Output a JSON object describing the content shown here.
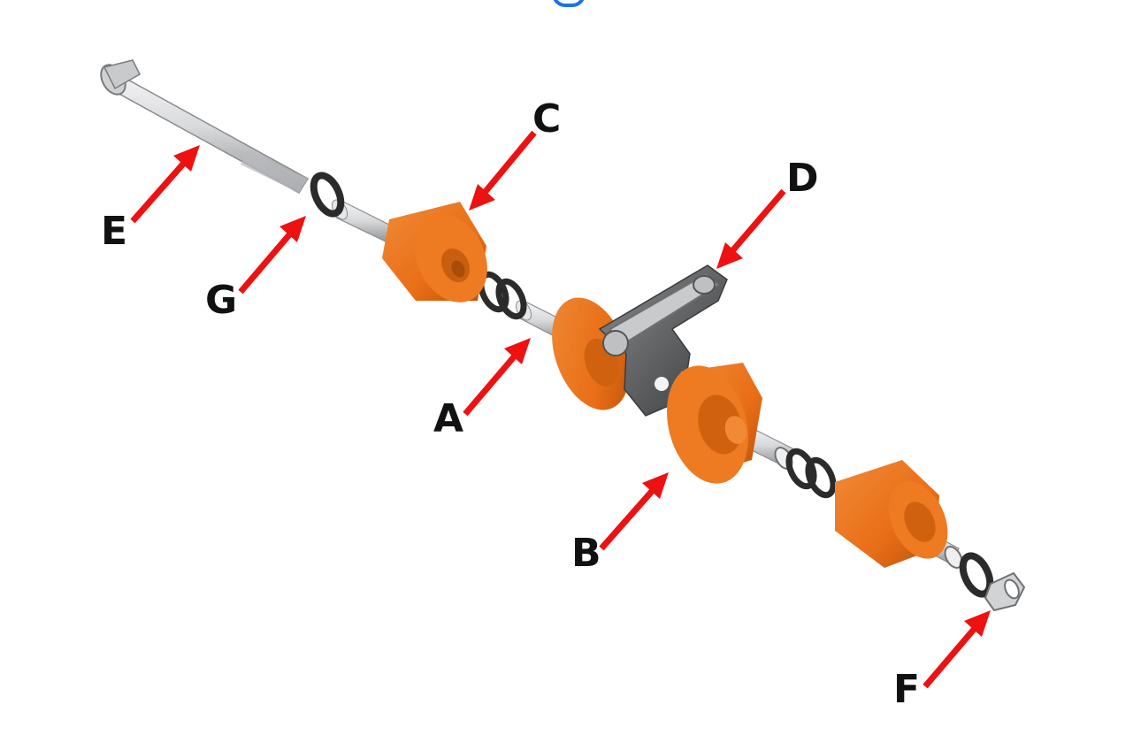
{
  "diagram": {
    "title": "",
    "labels": {
      "A": "A",
      "B": "B",
      "C": "C",
      "D": "D",
      "E": "E",
      "F": "F",
      "G": "G"
    }
  },
  "colors": {
    "arrow": "#ee1111",
    "roller": "#e96e17",
    "washer": "#2b2b2b",
    "shaft": "#d9dadc",
    "bracket": "#555555",
    "top_mark": "#1a73e8"
  },
  "icons": [
    "arrow-icon",
    "partial-circle-icon"
  ]
}
